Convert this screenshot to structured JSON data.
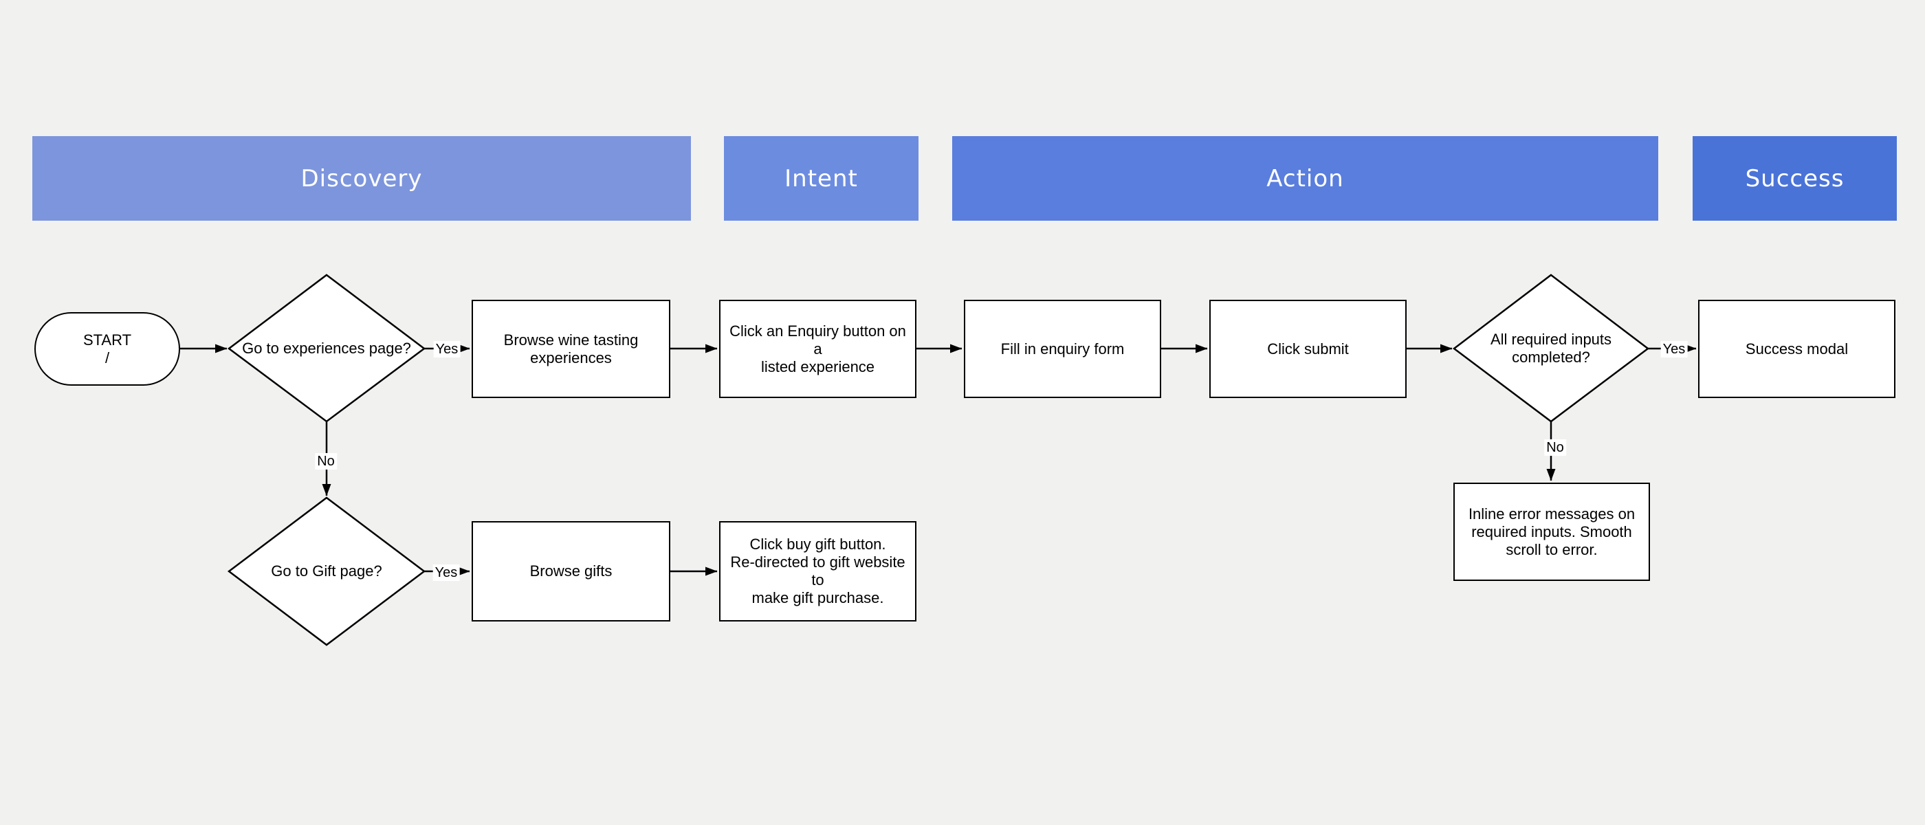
{
  "page": {
    "background_color": "#f1f1f0"
  },
  "phases": [
    {
      "label": "Discovery",
      "color": "#7d95dc"
    },
    {
      "label": "Intent",
      "color": "#6c8ce0"
    },
    {
      "label": "Action",
      "color": "#597edd"
    },
    {
      "label": "Success",
      "color": "#4a73d8"
    }
  ],
  "nodes": {
    "start": {
      "label": "START\n/"
    },
    "go_experiences": {
      "label": "Go to experiences page?"
    },
    "browse_experiences": {
      "label": "Browse wine tasting\nexperiences"
    },
    "click_enquiry": {
      "label": "Click an Enquiry button on a\nlisted experience"
    },
    "fill_form": {
      "label": "Fill in enquiry form"
    },
    "click_submit": {
      "label": "Click submit"
    },
    "inputs_completed": {
      "label": "All required inputs\ncompleted?"
    },
    "success_modal": {
      "label": "Success modal"
    },
    "go_gift": {
      "label": "Go to Gift page?"
    },
    "browse_gifts": {
      "label": "Browse gifts"
    },
    "buy_gift": {
      "label": "Click buy gift button.\nRe-directed to gift website to\nmake gift purchase."
    },
    "inline_errors": {
      "label": "Inline error messages on\nrequired inputs. Smooth\nscroll to error."
    }
  },
  "edge_labels": {
    "yes": "Yes",
    "no": "No"
  },
  "diagram": {
    "stroke_color": "#000000",
    "node_fill": "#ffffff"
  }
}
